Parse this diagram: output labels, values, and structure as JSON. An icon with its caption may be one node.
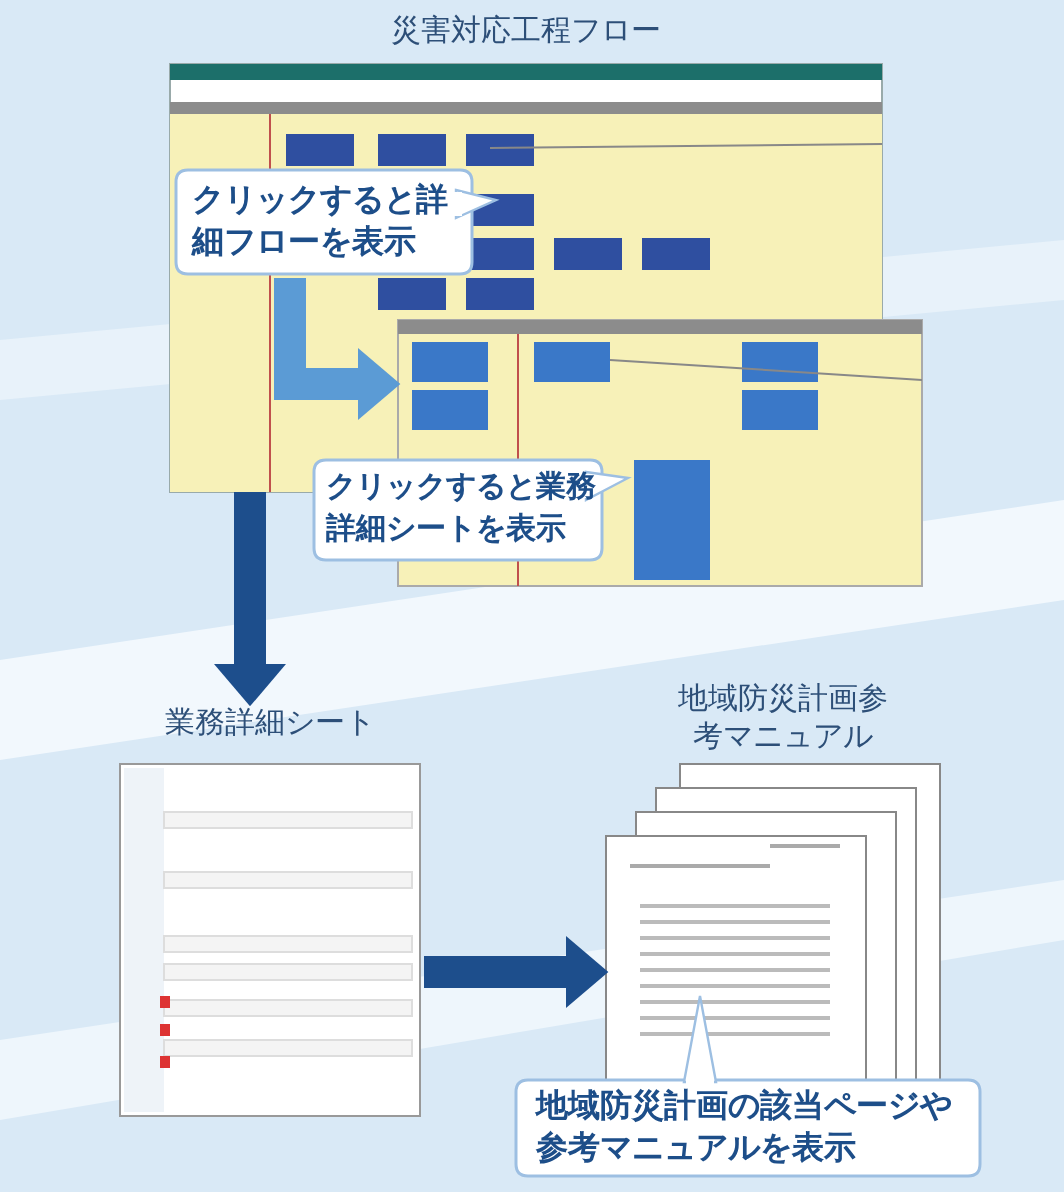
{
  "diagram": {
    "nodes": [
      {
        "text": [
          "災害対応工程フロー"
        ]
      },
      {
        "text": [
          "クリックすると詳細フローを表示"
        ],
        "in": 0
      },
      {
        "text": [],
        "shape": "picture"
      },
      {
        "text": [
          "クリックすると業務詳細シートを表示"
        ]
      },
      {
        "text": [
          "業務詳細シート"
        ]
      },
      {
        "text": [
          "地域防災計画参考マニュアル"
        ]
      },
      {
        "text": [
          "地域防災計画の該当ページや参考マニュアルを表示"
        ]
      }
    ],
    "edges": [
      {
        "from": 1,
        "to": 2,
        "arrow": "to",
        "color": "#5b9bd5"
      },
      {
        "from": 0,
        "to": 4,
        "arrow": "to"
      },
      {
        "from": 4,
        "to": 5,
        "arrow": "to"
      }
    ]
  }
}
